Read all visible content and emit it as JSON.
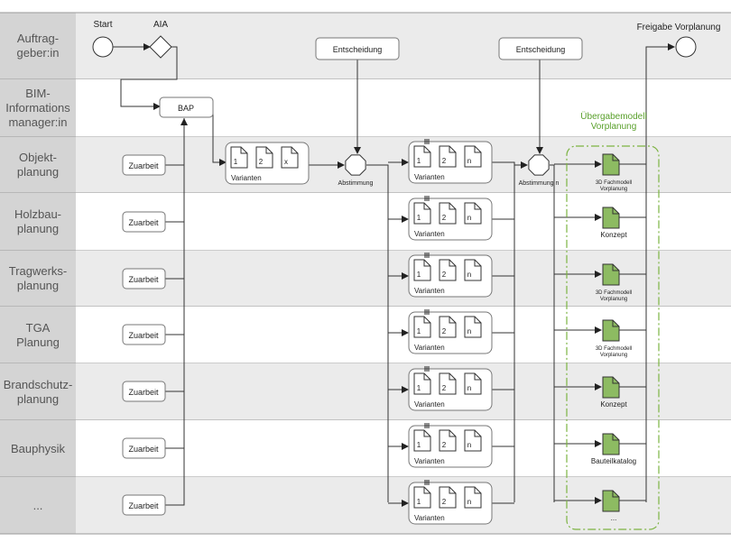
{
  "lanes": [
    {
      "label": "Auftrag-\ngeber:in"
    },
    {
      "label": "BIM-\nInformations\nmanager:in"
    },
    {
      "label": "Objekt-\nplanung"
    },
    {
      "label": "Holzbau-\nplanung"
    },
    {
      "label": "Tragwerks-\nplanung"
    },
    {
      "label": "TGA\nPlanung"
    },
    {
      "label": "Brandschutz-\nplanung"
    },
    {
      "label": "Bauphysik"
    },
    {
      "label": "..."
    }
  ],
  "events": {
    "start": "Start",
    "aia": "AIA",
    "end": "Freigabe Vorplanung"
  },
  "tasks": {
    "bap": "BAP",
    "zuarbeit": "Zuarbeit",
    "entscheidung": "Entscheidung"
  },
  "gateways": {
    "abstimmung": "Abstimmung",
    "abstimmung_n": "Abstimmung n"
  },
  "variant_groups": {
    "label": "Varianten",
    "first_docs": [
      "1",
      "2",
      "x"
    ],
    "docs": [
      "1",
      "2",
      "n"
    ]
  },
  "handover": {
    "title": "Übergabemodell\nVorplanung",
    "items": [
      "3D Fachmodell\nVorplanung",
      "Konzept",
      "3D Fachmodell\nVorplanung",
      "3D Fachmodell\nVorplanung",
      "Konzept",
      "Bauteilkatalog",
      "..."
    ]
  },
  "colors": {
    "lane_alt": "#ebebeb",
    "label_bg": "#d4d4d4",
    "label_text": "#555555",
    "line": "#333333",
    "doc_fill": "#8dbb62",
    "handover_border": "#7cb342",
    "handover_text": "#5aa02c"
  }
}
